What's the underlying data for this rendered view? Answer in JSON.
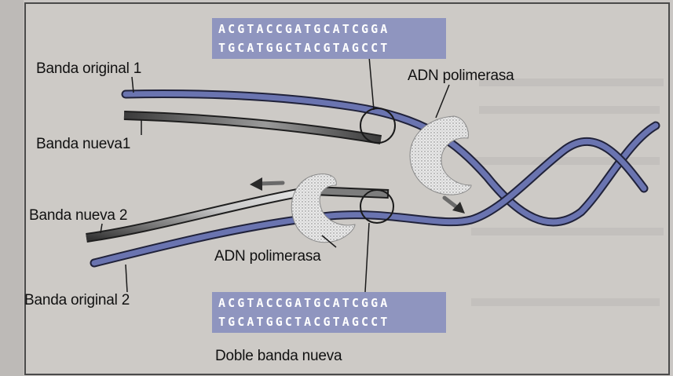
{
  "top_sequence": {
    "line1": "ACGTACCGATGCATCGGA",
    "line2": "TGCATGGCTACGTAGCCT"
  },
  "bottom_sequence": {
    "line1": "ACGTACCGATGCATCGGA",
    "line2": "TGCATGGCTACGTAGCCT"
  },
  "labels": {
    "original_1": "Banda original 1",
    "new_1": "Banda nueva1",
    "polymerase_top": "ADN polimerasa",
    "new_2": "Banda nueva 2",
    "polymerase_bottom": "ADN polimerasa",
    "original_2": "Banda original 2",
    "double_new": "Doble banda nueva"
  },
  "colors": {
    "original_strand": "#6a74b0",
    "new_strand": "#4a4a4a",
    "box_fill": "#8f95bf"
  }
}
